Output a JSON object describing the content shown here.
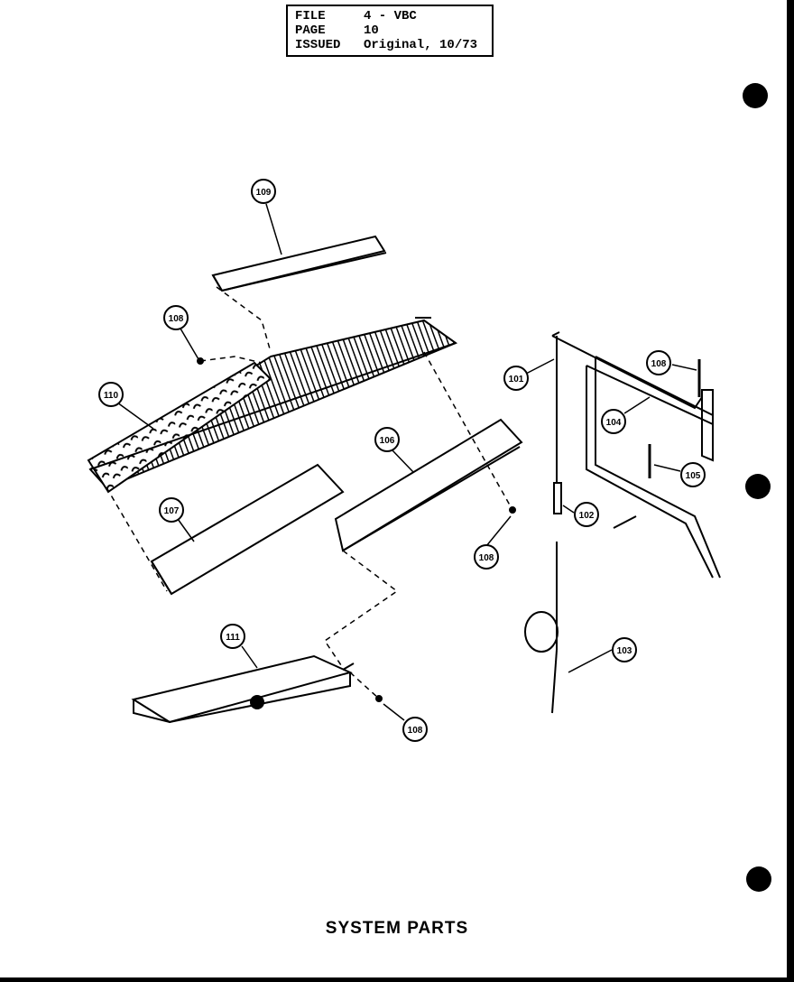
{
  "header": {
    "file_label": "FILE",
    "file_value": "4 - VBC",
    "page_label": "PAGE",
    "page_value": "10",
    "issued_label": "ISSUED",
    "issued_value": "Original, 10/73"
  },
  "callouts": {
    "c101": "101",
    "c102": "102",
    "c103": "103",
    "c104": "104",
    "c105": "105",
    "c106": "106",
    "c107": "107",
    "c108a": "108",
    "c108b": "108",
    "c108c": "108",
    "c108d": "108",
    "c109": "109",
    "c110": "110",
    "c111": "111"
  },
  "caption": "SYSTEM PARTS",
  "colors": {
    "ink": "#000000",
    "paper": "#ffffff"
  }
}
